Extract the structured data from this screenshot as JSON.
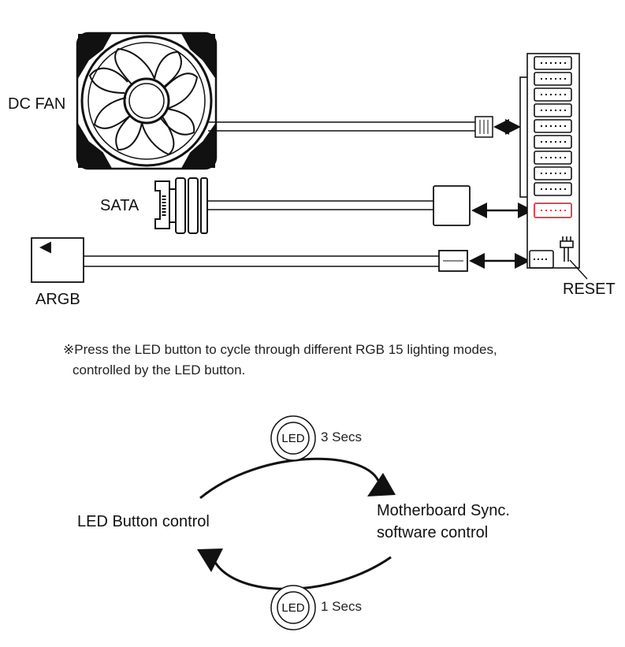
{
  "labels": {
    "dc_fan": "DC FAN",
    "sata": "SATA",
    "argb": "ARGB",
    "reset": "RESET"
  },
  "note": {
    "line1": "※Press the LED button to cycle through different RGB 15 lighting modes,",
    "line2": "controlled by the LED button."
  },
  "flow": {
    "left_mode": "LED Button control",
    "right_mode_line1": "Motherboard Sync.",
    "right_mode_line2": "software control",
    "top_button_label": "LED",
    "top_duration": "3 Secs",
    "bottom_button_label": "LED",
    "bottom_duration": "1 Secs"
  },
  "colors": {
    "line": "#222222",
    "highlight_port": "#e8434a"
  },
  "icons": [
    "fan-icon",
    "sata-connector-icon",
    "argb-controller-icon",
    "hub-board-icon",
    "reset-switch-icon",
    "led-button-icon"
  ]
}
